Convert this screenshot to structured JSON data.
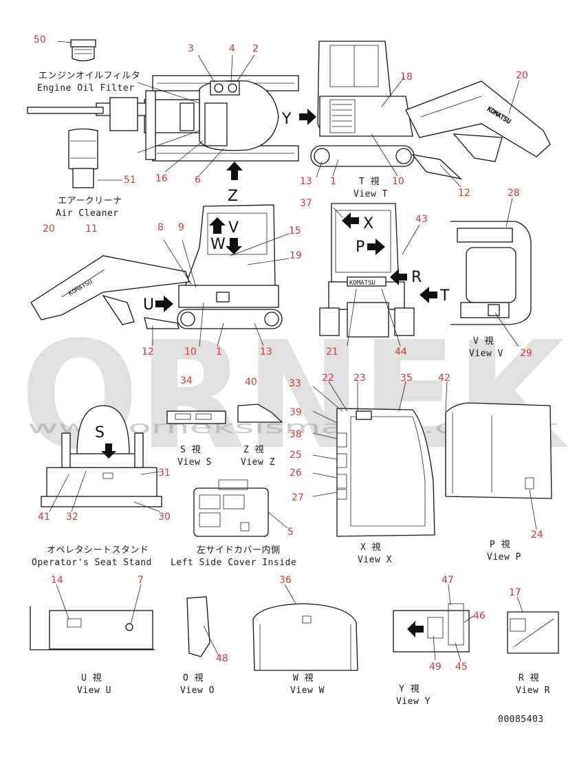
{
  "watermark": {
    "logo": "ORNEK",
    "url": "www.orneksismakina.com.tr"
  },
  "doc_code": "00085403",
  "views": {
    "engine_oil_filter": {
      "ja": "エンジンオイルフィルタ",
      "en": "Engine Oil Filter"
    },
    "air_cleaner": {
      "ja": "エアークリーナ",
      "en": "Air Cleaner"
    },
    "view_t": {
      "ja": "T 視",
      "en": "View T"
    },
    "view_v": {
      "ja": "V 視",
      "en": "View V"
    },
    "view_s": {
      "ja": "S 視",
      "en": "View S"
    },
    "view_z": {
      "ja": "Z 視",
      "en": "View Z"
    },
    "operators_seat_stand": {
      "ja": "オペレタシートスタンド",
      "en": "Operator's Seat Stand"
    },
    "left_side_cover_inside": {
      "ja": "左サイドカバー内側",
      "en": "Left Side Cover Inside"
    },
    "view_x": {
      "ja": "X 視",
      "en": "View X"
    },
    "view_p": {
      "ja": "P 視",
      "en": "View P"
    },
    "view_u": {
      "ja": "U 視",
      "en": "View U"
    },
    "view_o": {
      "ja": "O 視",
      "en": "View O"
    },
    "view_w": {
      "ja": "W 視",
      "en": "View W"
    },
    "view_y": {
      "ja": "Y 視",
      "en": "View Y"
    },
    "view_r": {
      "ja": "R 視",
      "en": "View R"
    }
  },
  "view_letters": {
    "Y": "Y",
    "Z": "Z",
    "V": "V",
    "W": "W",
    "U": "U",
    "X": "X",
    "P": "P",
    "R": "R",
    "T": "T",
    "S": "S"
  },
  "brand_text": "KOMATSU",
  "callouts": {
    "c50": "50",
    "c3": "3",
    "c4": "4",
    "c2": "2",
    "c18": "18",
    "c20a": "20",
    "c16": "16",
    "c6": "6",
    "c51": "51",
    "c13a": "13",
    "c1a": "1",
    "c10a": "10",
    "c12a": "12",
    "c37": "37",
    "c43": "43",
    "c28": "28",
    "c20b": "20",
    "c11": "11",
    "c8": "8",
    "c9": "9",
    "c15": "15",
    "c19": "19",
    "c12b": "12",
    "c10b": "10",
    "c1b": "1",
    "c13b": "13",
    "c21": "21",
    "c44": "44",
    "c29": "29",
    "c34": "34",
    "c40": "40",
    "c33": "33",
    "c22": "22",
    "c23": "23",
    "c35": "35",
    "c42": "42",
    "c39": "39",
    "c38": "38",
    "c25": "25",
    "c26": "26",
    "c27": "27",
    "c31": "31",
    "c41": "41",
    "c32": "32",
    "c30": "30",
    "c5": "5",
    "c24": "24",
    "c14": "14",
    "c7": "7",
    "c36": "36",
    "c47": "47",
    "c46": "46",
    "c17": "17",
    "c48": "48",
    "c49": "49",
    "c45": "45"
  }
}
